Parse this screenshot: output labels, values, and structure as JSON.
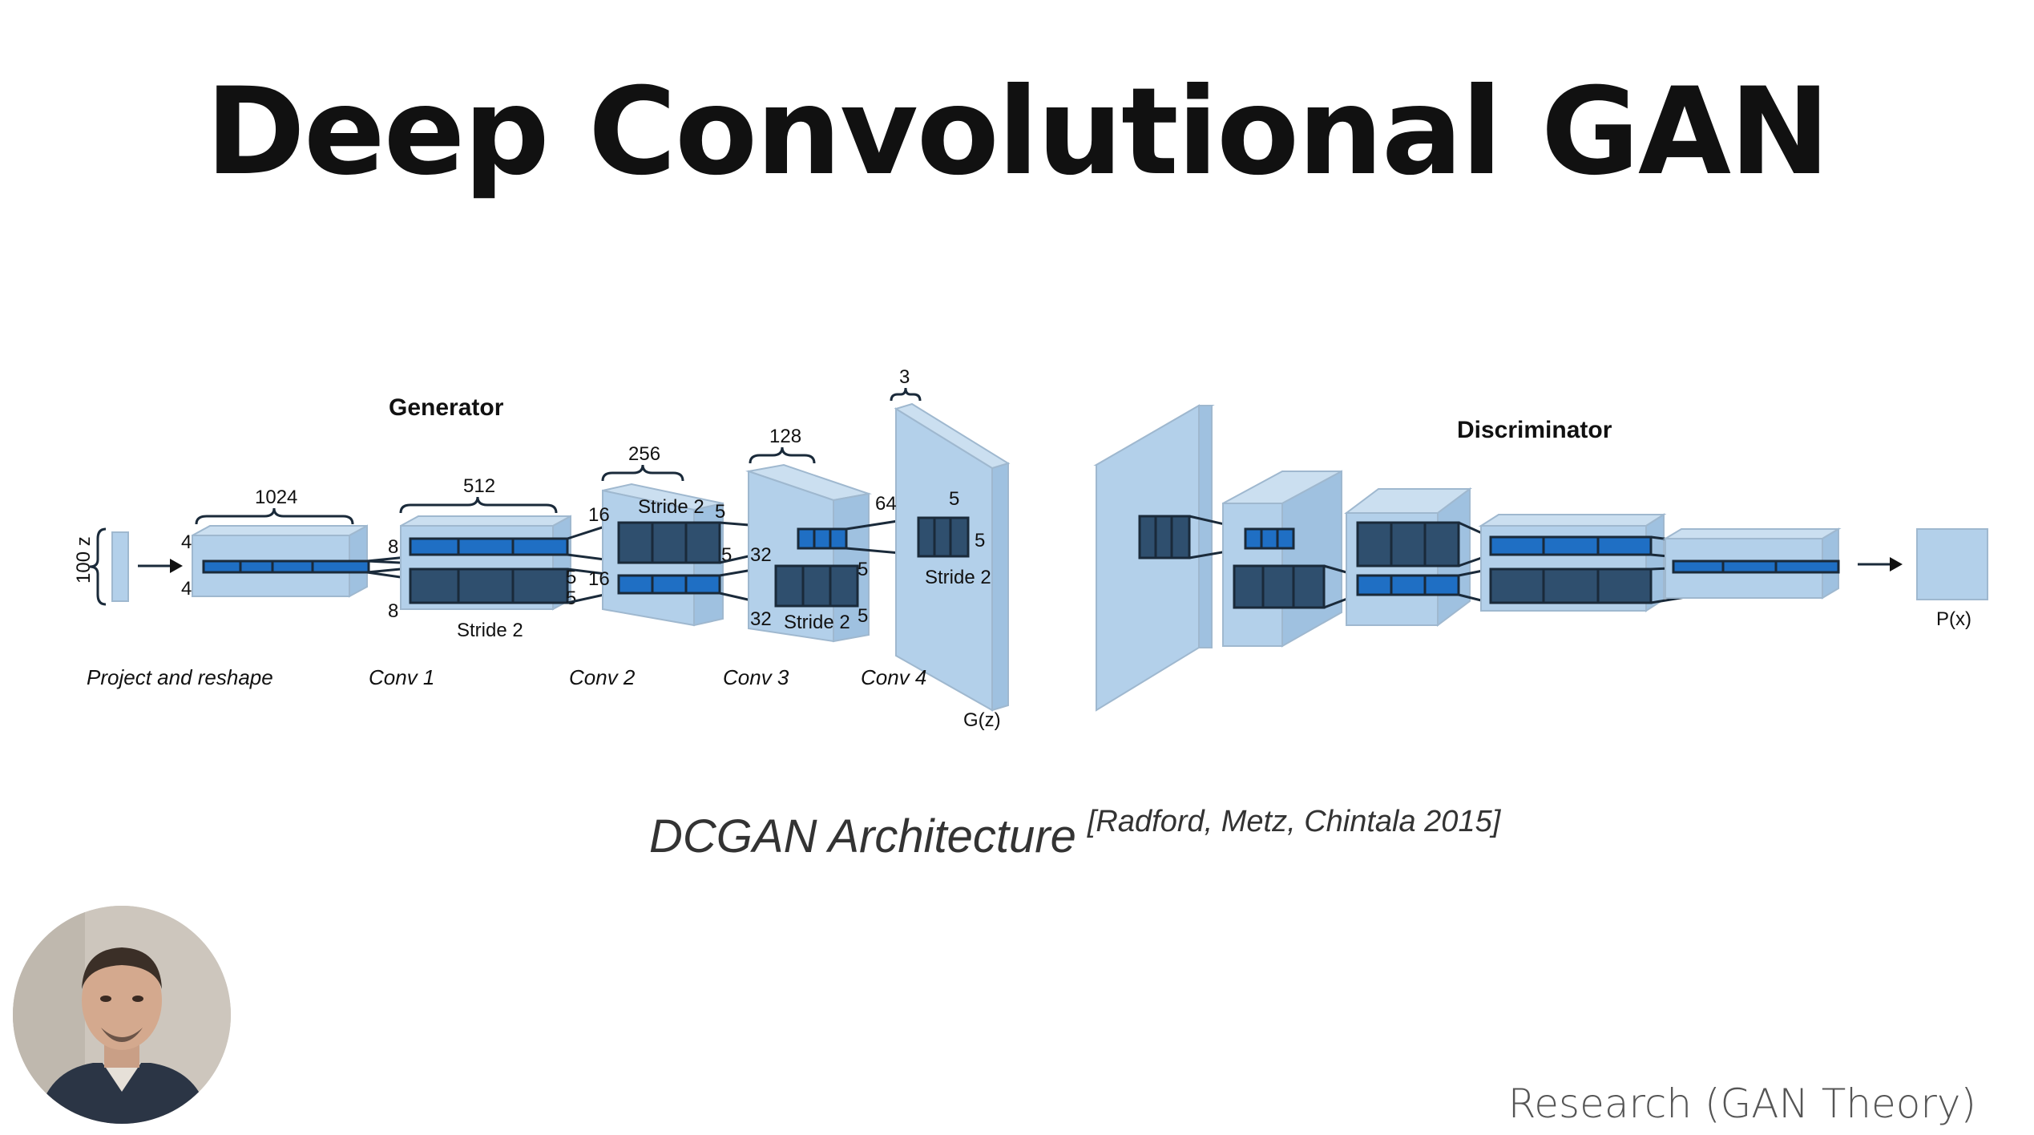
{
  "title": "Deep Convolutional GAN",
  "caption": {
    "main": "DCGAN Architecture",
    "citation": "[Radford, Metz, Chintala  2015]"
  },
  "footer": "Research (GAN Theory)",
  "diagram": {
    "generator_title": "Generator",
    "discriminator_title": "Discriminator",
    "input_label": "100 z",
    "stage_labels": [
      "Project and reshape",
      "Conv 1",
      "Conv 2",
      "Conv 3",
      "Conv 4"
    ],
    "depths": [
      "1024",
      "512",
      "256",
      "128",
      "3"
    ],
    "dims": {
      "pr_a": "4",
      "pr_b": "4",
      "c1_a": "8",
      "c1_b": "8",
      "c1_k1": "5",
      "c1_k2": "5",
      "c2_a": "16",
      "c2_b": "16",
      "c2_k1": "5",
      "c2_k2": "5",
      "c3_a": "32",
      "c3_b": "32",
      "c3_k1": "5",
      "c3_k2": "5",
      "c4_a": "64",
      "c4_k1": "5",
      "c4_k2": "5"
    },
    "stride_label": "Stride 2",
    "gz_label": "G(z)",
    "px_label": "P(x)"
  },
  "colors": {
    "block": "#b3d0ea",
    "block_edge": "#9fb8cf",
    "kernel": "#2f4f6e",
    "kernel_blue": "#1f6fc4"
  }
}
